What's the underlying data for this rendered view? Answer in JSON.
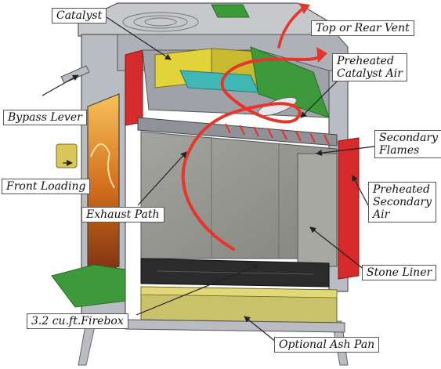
{
  "labels": {
    "catalyst": "Catalyst",
    "top_rear_vent": "Top or Rear Vent",
    "preheated_catalyst_air_1": "Preheated",
    "preheated_catalyst_air_2": "Catalyst Air",
    "bypass_lever": "Bypass Lever",
    "secondary_flames_1": "Secondary",
    "secondary_flames_2": "Flames",
    "front_loading": "Front Loading",
    "preheated_secondary_air_1": "Preheated",
    "preheated_secondary_air_2": "Secondary",
    "preheated_secondary_air_3": "Air",
    "exhaust_path": "Exhaust Path",
    "stone_liner": "Stone Liner",
    "firebox": "3.2 cu.ft.Firebox",
    "optional_ash_pan": "Optional Ash Pan"
  },
  "colors": {
    "exhaust_arrow": "#e8342a",
    "steel": "#b9bcc2",
    "stone": "#9a9a96",
    "catalyst": "#e2d33a",
    "air_channel": "#3fb8b5",
    "green_panel": "#3d9a3a",
    "red_panel": "#d72a2a",
    "ash_pan": "#c9c26a"
  }
}
